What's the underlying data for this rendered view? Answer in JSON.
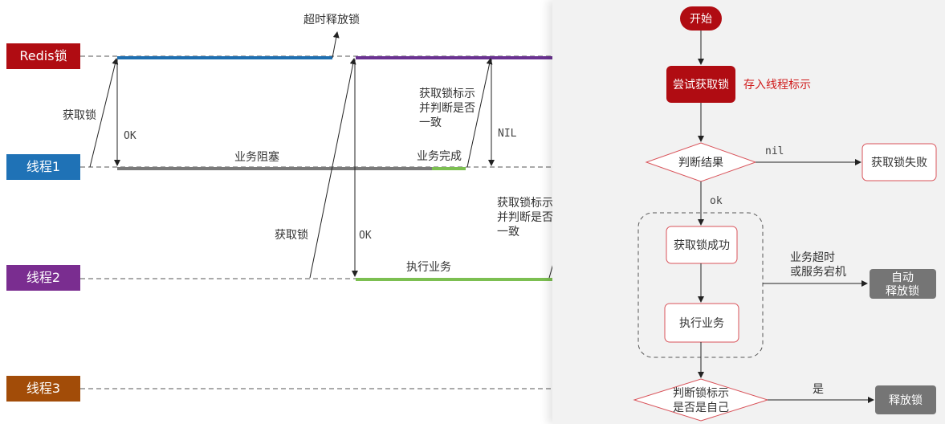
{
  "colors": {
    "redis": "#b00c12",
    "thread1": "#1f72b6",
    "thread2": "#7a2d90",
    "thread3": "#a24c08",
    "redisLockBar": "#1f6fb0",
    "redisLockBar2": "#6a3291",
    "blocked": "#7a7a7a",
    "done": "#7cbf51",
    "grayBox": "#757575",
    "redText": "#d01c1c"
  },
  "timeline": {
    "lanes": [
      {
        "id": "redis",
        "label": "Redis锁"
      },
      {
        "id": "thread1",
        "label": "线程1"
      },
      {
        "id": "thread2",
        "label": "线程2"
      },
      {
        "id": "thread3",
        "label": "线程3"
      }
    ],
    "annotations": {
      "timeout_release": "超时释放锁",
      "t1_acquire": "获取锁",
      "t1_ok": "OK",
      "t1_blocked": "业务阻塞",
      "t1_done": "业务完成",
      "t1_check_l1": "获取锁标示",
      "t1_check_l2": "并判断是否",
      "t1_check_l3": "一致",
      "nil": "NIL",
      "t2_acquire": "获取锁",
      "t2_ok": "OK",
      "t2_exec": "执行业务",
      "t2_check_l1": "获取锁标示",
      "t2_check_l2": "并判断是否",
      "t2_check_l3": "一致"
    }
  },
  "flowchart": {
    "start": "开始",
    "try_lock": "尝试获取锁",
    "store_thread_id": "存入线程标示",
    "judge_result": "判断结果",
    "nil_label": "nil",
    "lock_failed": "获取锁失败",
    "ok_label": "ok",
    "lock_success": "获取锁成功",
    "execute": "执行业务",
    "timeout_l1": "业务超时",
    "timeout_l2": "或服务宕机",
    "auto_release_l1": "自动",
    "auto_release_l2": "释放锁",
    "judge_id_l1": "判断锁标示",
    "judge_id_l2": "是否是自己",
    "yes_label": "是",
    "release": "释放锁"
  }
}
